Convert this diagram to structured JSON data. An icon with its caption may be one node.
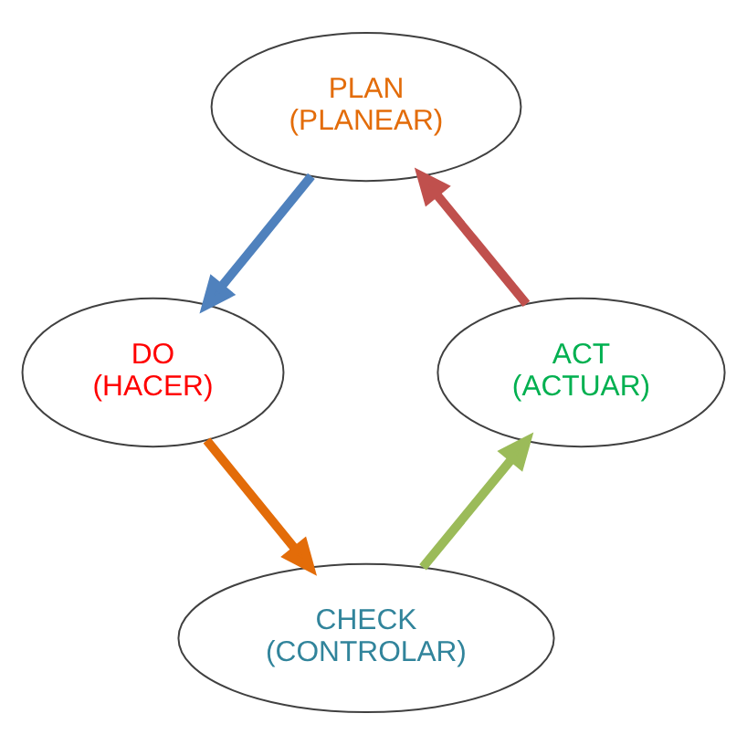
{
  "diagram": {
    "nodes": [
      {
        "text": [
          "PLAN",
          "(PLANEAR)"
        ]
      },
      {
        "text": [
          "DO",
          "(HACER)"
        ]
      },
      {
        "text": [
          "CHECK",
          "(CONTROLAR)"
        ]
      },
      {
        "text": [
          "ACT",
          "(ACTUAR)"
        ]
      }
    ],
    "edges": [
      {
        "from": 0,
        "to": 1,
        "arrow": "to",
        "color": "#4f81bd"
      },
      {
        "from": 1,
        "to": 2,
        "arrow": "to",
        "color": "#e36c09"
      },
      {
        "from": 2,
        "to": 3,
        "arrow": "to",
        "color": "#9bbb59"
      },
      {
        "from": 3,
        "to": 0,
        "arrow": "to",
        "color": "#c0504d"
      }
    ]
  }
}
